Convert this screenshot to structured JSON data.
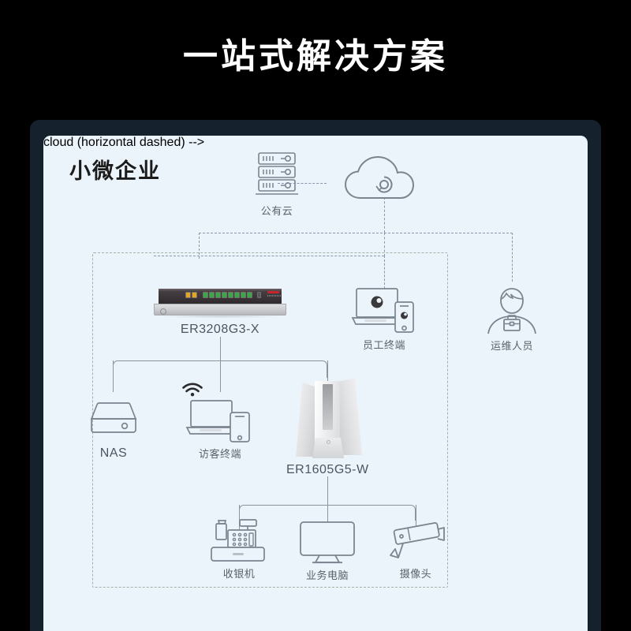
{
  "header": {
    "title": "一站式解决方案"
  },
  "diagram": {
    "section_title": "小微企业",
    "colors": {
      "background": "#000000",
      "frame": "#16212e",
      "panel": "#ecf4fb",
      "line": "#8c949e",
      "dashed_line": "#8a98ab",
      "zone_border": "#9fb3a8",
      "label_text": "#59616b",
      "port_yellow": "#e8a41f",
      "port_green": "#39a845",
      "brand_red": "#c8252b"
    },
    "nodes": [
      {
        "id": "public-cloud",
        "label": "公有云",
        "icon": "server-rack-icon"
      },
      {
        "id": "cloud",
        "label": "",
        "icon": "cloud-icon"
      },
      {
        "id": "router-er3208g3x",
        "label": "ER3208G3-X",
        "icon": "rack-switch-icon"
      },
      {
        "id": "employee-terminal",
        "label": "员工终端",
        "icon": "laptop-phone-icon"
      },
      {
        "id": "ops-staff",
        "label": "运维人员",
        "icon": "person-briefcase-icon"
      },
      {
        "id": "nas",
        "label": "NAS",
        "icon": "nas-icon"
      },
      {
        "id": "guest-terminal",
        "label": "访客终端",
        "icon": "laptop-phone-wifi-icon"
      },
      {
        "id": "ap-er1605g5w",
        "label": "ER1605G5-W",
        "icon": "wireless-router-icon"
      },
      {
        "id": "cash-register",
        "label": "收银机",
        "icon": "cash-register-icon"
      },
      {
        "id": "business-pc",
        "label": "业务电脑",
        "icon": "monitor-icon"
      },
      {
        "id": "camera",
        "label": "摄像头",
        "icon": "cctv-camera-icon"
      }
    ]
  }
}
